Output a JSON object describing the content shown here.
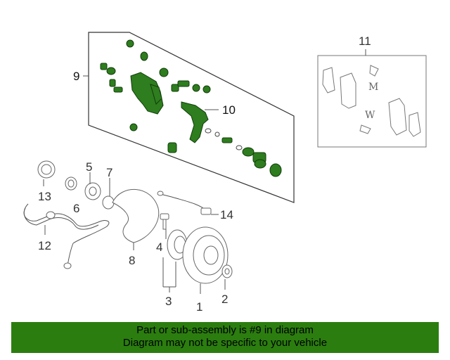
{
  "callouts": {
    "c1": "1",
    "c2": "2",
    "c3": "3",
    "c4": "4",
    "c5": "5",
    "c6": "6",
    "c7": "7",
    "c8": "8",
    "c9": "9",
    "c10": "10",
    "c11": "11",
    "c12": "12",
    "c13": "13",
    "c14": "14"
  },
  "pad_letters": {
    "m": "M",
    "w": "W"
  },
  "banner": {
    "line1": "Part or sub-assembly is #9 in diagram",
    "line2": "Diagram may not be specific to your vehicle",
    "background": "#2b7d0f"
  },
  "highlight_color": "#2e7d1e"
}
